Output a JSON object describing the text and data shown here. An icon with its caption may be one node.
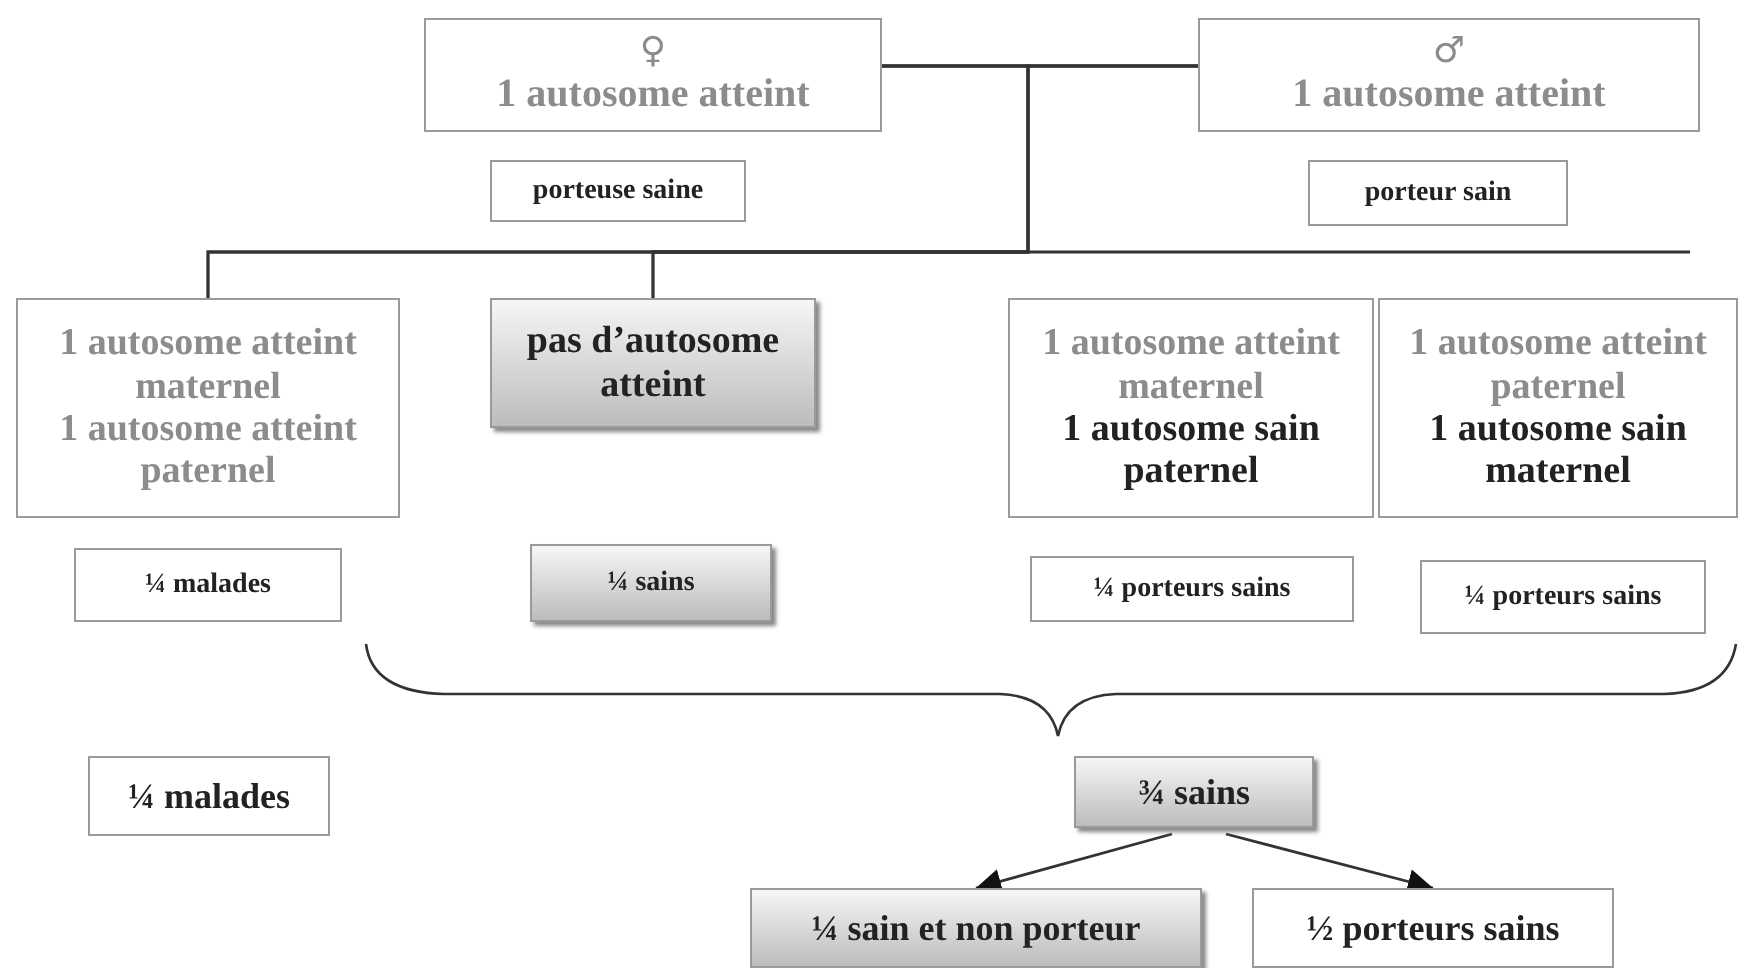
{
  "diagram": {
    "nodes": [
      {
        "text": [
          "♀",
          "1 autosome atteint"
        ]
      },
      {
        "text": [
          "porteuse saine"
        ]
      },
      {
        "text": [
          "♂",
          "1 autosome atteint"
        ]
      },
      {
        "text": [
          "porteur sain"
        ]
      },
      {
        "text": [
          "1 autosome atteint maternel",
          "1 autosome atteint paternel"
        ]
      },
      {
        "text": [
          "pas d’autosome atteint"
        ]
      },
      {
        "text": [
          "1 autosome atteint maternel",
          "1 autosome sain paternel"
        ]
      },
      {
        "text": [
          "1 autosome atteint paternel",
          "1 autosome sain maternel"
        ]
      },
      {
        "text": [
          "¼ malades"
        ]
      },
      {
        "text": [
          "¼ sains"
        ]
      },
      {
        "text": [
          "¼ porteurs sains"
        ]
      },
      {
        "text": [
          "¼ porteurs sains"
        ]
      },
      {
        "text": [
          "¼ malades"
        ]
      },
      {
        "text": [
          "¾ sains"
        ]
      },
      {
        "text": [
          "¼ sain et non porteur"
        ]
      },
      {
        "text": [
          "½ porteurs sains"
        ]
      }
    ],
    "edges": [
      {
        "from": 0,
        "to": 2,
        "arrow": "none"
      },
      {
        "from": 0,
        "to": 4,
        "arrow": "none"
      },
      {
        "from": 2,
        "to": 4,
        "arrow": "none"
      },
      {
        "from": 0,
        "to": 5,
        "arrow": "none"
      },
      {
        "from": 2,
        "to": 5,
        "arrow": "none"
      },
      {
        "from": 13,
        "to": 14,
        "arrow": "to"
      },
      {
        "from": 13,
        "to": 15,
        "arrow": "to"
      }
    ]
  }
}
